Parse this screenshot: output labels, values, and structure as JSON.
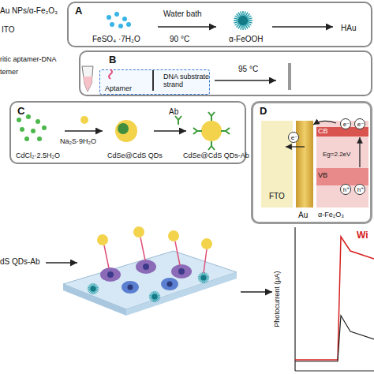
{
  "diagram": {
    "nodes": [
      {
        "text": [
          "A",
          "Water bath",
          "90 °C",
          "FeSO₄ ·7H₂O",
          "α-FeOOH",
          "HAu"
        ]
      },
      {
        "text": [
          "B",
          "95 °C"
        ]
      },
      {
        "text": [
          "C",
          "CdCl₂·2.5H₂O",
          "Na₂S·9H₂O",
          "CdSe@CdS QDs",
          "Ab",
          "CdSe@CdS QDs-Ab"
        ]
      },
      {
        "text": [
          "D"
        ]
      },
      {
        "text": [
          "Aptamer",
          "DNA substrate strand"
        ],
        "in": 1
      },
      {
        "text": [
          "FTO"
        ],
        "in": 3
      },
      {
        "text": [
          "Au"
        ],
        "in": 3
      },
      {
        "text": [
          "CB",
          "Eg=2.2eV",
          "VB",
          "α-Fe₂O₃"
        ],
        "in": 3
      },
      {
        "text": [
          "e⁻"
        ],
        "in": 7
      },
      {
        "text": [
          "e⁻"
        ],
        "in": 7
      },
      {
        "text": [
          "h⁺"
        ],
        "in": 7
      },
      {
        "text": [
          "h⁺"
        ],
        "in": 7
      },
      {
        "text": [
          "e⁻"
        ],
        "in": 3
      }
    ],
    "labels": [
      "Au NPs/α-Fe₂O₃",
      "ITO",
      "ritic aptamer-DNA",
      "temer",
      "dS QDs-Ab",
      "Photocurrent (μA)",
      "Wi"
    ]
  }
}
